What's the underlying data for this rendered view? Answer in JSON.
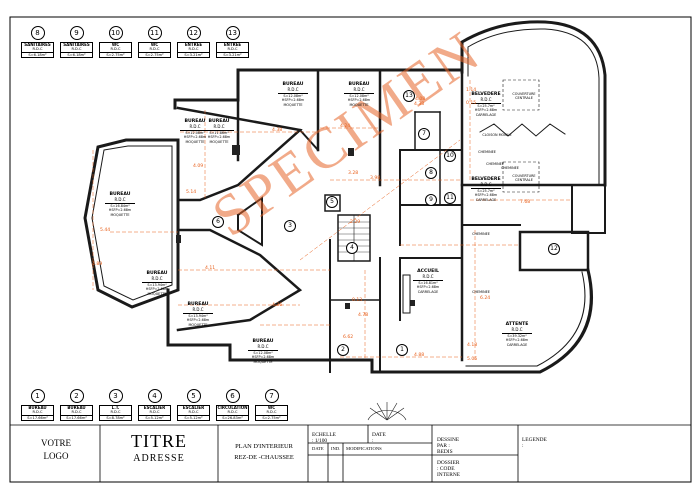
{
  "legend_top": [
    {
      "num": "8",
      "name": "SANITAIRES",
      "level": "R.D.C",
      "desc": "S=6.18m² HSFP=2.68m CARRELAGE"
    },
    {
      "num": "9",
      "name": "SANITAIRES",
      "level": "R.D.C",
      "desc": "S=6.18m² HSFP=2.68m CARRELAGE"
    },
    {
      "num": "10",
      "name": "WC",
      "level": "R.D.C",
      "desc": "S=2.75m² HSFP=2.68m CARRELAGE"
    },
    {
      "num": "11",
      "name": "WC",
      "level": "R.D.C",
      "desc": "S=2.75m² HSFP=2.68m CARRELAGE"
    },
    {
      "num": "12",
      "name": "ENTREE",
      "level": "R.D.C",
      "desc": "S=3.21m² HSFP=2.68m CARRELAGE"
    },
    {
      "num": "13",
      "name": "ENTREE",
      "level": "R.D.C",
      "desc": "S=3.21m² HSFP=2.68m CARRELAGE"
    }
  ],
  "legend_bottom": [
    {
      "num": "1",
      "name": "BUREAU",
      "level": "R.D.C",
      "desc": "S=17.66m² HSFP=2.68m CARRELAGE"
    },
    {
      "num": "2",
      "name": "BUREAU",
      "level": "R.D.C",
      "desc": "S=17.66m² HSFP=2.68m CARRELAGE"
    },
    {
      "num": "3",
      "name": "L.T.",
      "level": "R.D.C",
      "desc": "S=8.78m² HSFP=2.68m LINOLEUM"
    },
    {
      "num": "4",
      "name": "ESCALIER",
      "level": "R.D.C",
      "desc": "S=5.12m² HSFP=2.68m CARRELAGE"
    },
    {
      "num": "5",
      "name": "ESCALIER",
      "level": "R.D.C",
      "desc": "S=5.12m² HSFP=2.68m CARRELAGE"
    },
    {
      "num": "6",
      "name": "CIRCULATION",
      "level": "R.D.C",
      "desc": "S=26.83m² HSFP=2.68m CARRELAGE"
    },
    {
      "num": "7",
      "name": "WC",
      "level": "R.D.C",
      "desc": "S=2.75m² HSFP=2.68m CARRELAGE"
    }
  ],
  "rooms": [
    {
      "name": "BUREAU",
      "level": "R.D.C",
      "desc": "S=12.08m² HSFP=2.68m MOQUETTE"
    },
    {
      "name": "BUREAU",
      "level": "R.D.C",
      "desc": "S=12.08m² HSFP=2.68m MOQUETTE"
    },
    {
      "name": "BUREAU",
      "level": "R.D.C",
      "desc": "S=11.86m² HSFP=2.68m MOQUETTE"
    },
    {
      "name": "BUREAU",
      "level": "R.D.C",
      "desc": "S=16.84m² HSFP=2.68m MOQUETTE"
    },
    {
      "name": "BUREAU",
      "level": "R.D.C",
      "desc": "S=13.94m² HSFP=2.68m MOQUETTE"
    },
    {
      "name": "BUREAU",
      "level": "R.D.C",
      "desc": "S=13.94m² HSFP=2.68m MOQUETTE"
    },
    {
      "name": "BUREAU",
      "level": "R.D.C",
      "desc": "S=12.08m² HSFP=2.68m MOQUETTE"
    },
    {
      "name": "BUREAU",
      "level": "R.D.C",
      "desc": "S=12.08m² HSFP=2.68m MOQUETTE"
    },
    {
      "name": "BELVEDERE",
      "level": "R.D.C",
      "desc": "S=25.7m² HSFP=2.68m CARRELAGE"
    },
    {
      "name": "BELVEDERE",
      "level": "R.D.C",
      "desc": "S=25.7m² HSFP=2.68m CARRELAGE"
    },
    {
      "name": "ACCUEIL",
      "level": "R.D.C",
      "desc": "S=16.81m² HSFP=2.68m CARRELAGE"
    },
    {
      "name": "ATTENTE",
      "level": "R.D.C",
      "desc": "S=39.32m² HSFP=2.68m CARRELAGE"
    }
  ],
  "plan_numbers": [
    "1",
    "2",
    "3",
    "4",
    "5",
    "6",
    "7",
    "8",
    "9",
    "10",
    "11",
    "12",
    "13"
  ],
  "dimensions": [
    "4.38",
    "4.24",
    "4.08",
    "4.09",
    "5.14",
    "7.68",
    "5.44",
    "4.89",
    "4.11",
    "4.36",
    "4.78",
    "4.88",
    "4.18",
    "6.24",
    "5.06",
    "6.62",
    "0.13",
    "3.28",
    "2.29",
    "3.98",
    "1.14",
    "0.15",
    "4.38"
  ],
  "annotations": [
    "COUVERTURE CENTRALE",
    "COUVERTURE CENTRALE",
    "CLOISON MOBILE",
    "CHEMINEE",
    "CHEMINEE",
    "CHEMINEE",
    "CHEMINEE",
    "CHEMINEE"
  ],
  "watermark": "SPECIMEN",
  "title_block": {
    "logo_line1": "VOTRE",
    "logo_line2": "LOGO",
    "title": "TITRE",
    "address": "ADRESSE",
    "plan_line1": "PLAN D'INTERIEUR",
    "plan_line2": "REZ-DE -CHAUSSEE",
    "scale": "ECHELLE : 1/100",
    "date_label": "DATE :",
    "col_date": "DATE",
    "col_ind": "IND.",
    "col_modifs": "MODIFICATIONS",
    "drawn_by": "DESSINE PAR : BEDIS",
    "folder": "DOSSIER : CODE INTERNE",
    "legend": "LEGENDE :"
  },
  "colors": {
    "walls": "#1a1a1a",
    "dimensions": "#e8601c",
    "watermark": "#e8601c"
  }
}
